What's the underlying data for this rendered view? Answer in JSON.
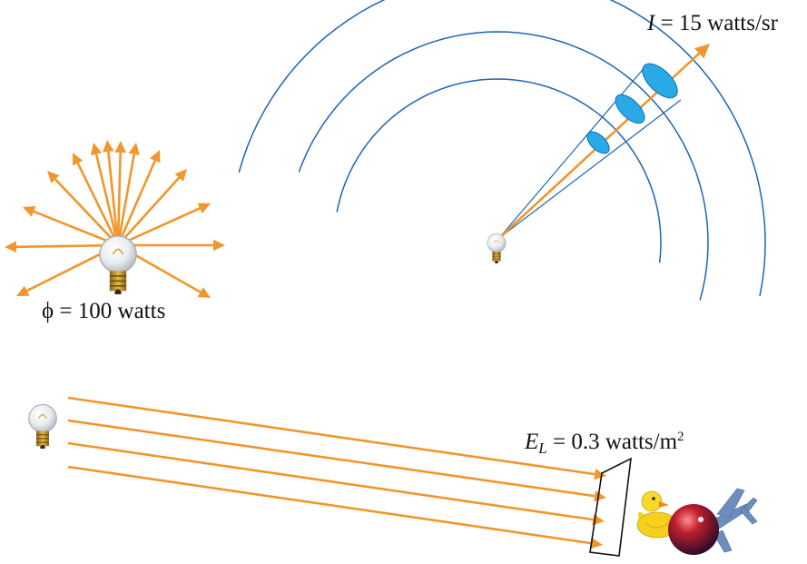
{
  "colors": {
    "ray": "#f0962c",
    "wavefront": "#1e64b4",
    "patch": "#29a9e6",
    "patch_edge": "#0f6fb0",
    "surface": "#111111",
    "bulb_base": "#c99a2e",
    "duck": "#f5d01e",
    "sphere": "#b01c28",
    "plane": "#6b8ebf"
  },
  "icons": [
    "lightbulb-icon",
    "rubber-duck-icon",
    "red-sphere-icon",
    "airplane-icon"
  ],
  "labels": {
    "flux": {
      "symbol": "ϕ",
      "rest": " = 100 watts"
    },
    "intensity": {
      "symbol": "I",
      "rest": " = 15 watts/sr"
    },
    "irradiance": {
      "symbol": "E",
      "subscript": "L",
      "rest": " = 0.3 watts/m",
      "superscript": "2"
    }
  }
}
